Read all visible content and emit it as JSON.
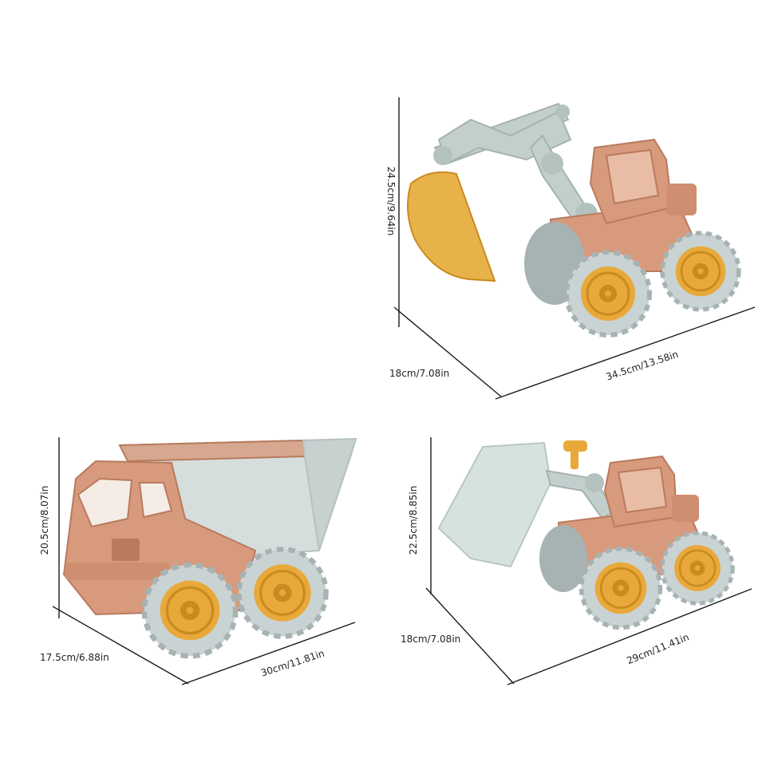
{
  "colors": {
    "cab": "#d79a7c",
    "cab_dark": "#b97a5d",
    "tyre": "#c9d3d3",
    "tyre_dark": "#a7b3b3",
    "rim": "#e8a93a",
    "rim_dark": "#c98a1f",
    "arm": "#c2cfcd",
    "bucket": "#e8b24a",
    "bed": "#d6dedd",
    "text": "#222222",
    "line": "#1a1a1a"
  },
  "products": {
    "excavator": {
      "height_label": "24.5cm/9.64in",
      "depth_label": "18cm/7.08in",
      "length_label": "34.5cm/13.58in"
    },
    "dump_truck": {
      "height_label": "20.5cm/8.07in",
      "depth_label": "17.5cm/6.88in",
      "length_label": "30cm/11.81in"
    },
    "loader": {
      "height_label": "22.5cm/8.85in",
      "depth_label": "18cm/7.08in",
      "length_label": "29cm/11.41in"
    }
  }
}
